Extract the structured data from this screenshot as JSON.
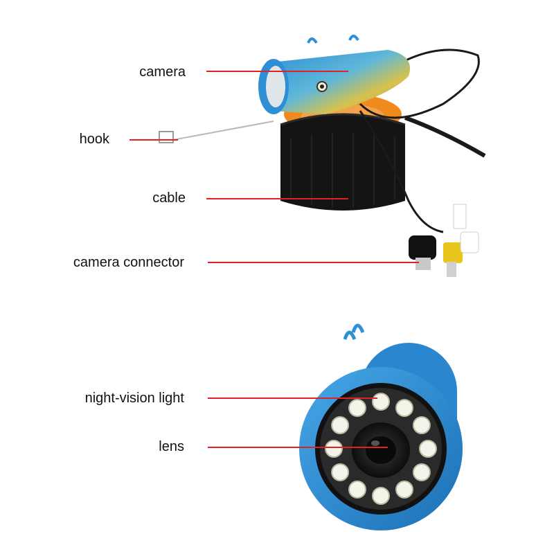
{
  "labels": {
    "camera": "camera",
    "hook": "hook",
    "cable": "cable",
    "camera_connector": "camera connector",
    "night_vision_light": "night-vision light",
    "lens": "lens"
  },
  "colors": {
    "leader_line": "#e0202a",
    "camera_body_blue": "#2f8fd6",
    "camera_body_yellow": "#d9c24a",
    "reel_orange": "#f08a1c",
    "pouch_black": "#141414",
    "led_white": "#f4f4ea",
    "lens_dark": "#1a1a1a"
  },
  "icons": {
    "camera_illustration": "fish-camera-icon",
    "lens_illustration": "lens-front-icon"
  }
}
